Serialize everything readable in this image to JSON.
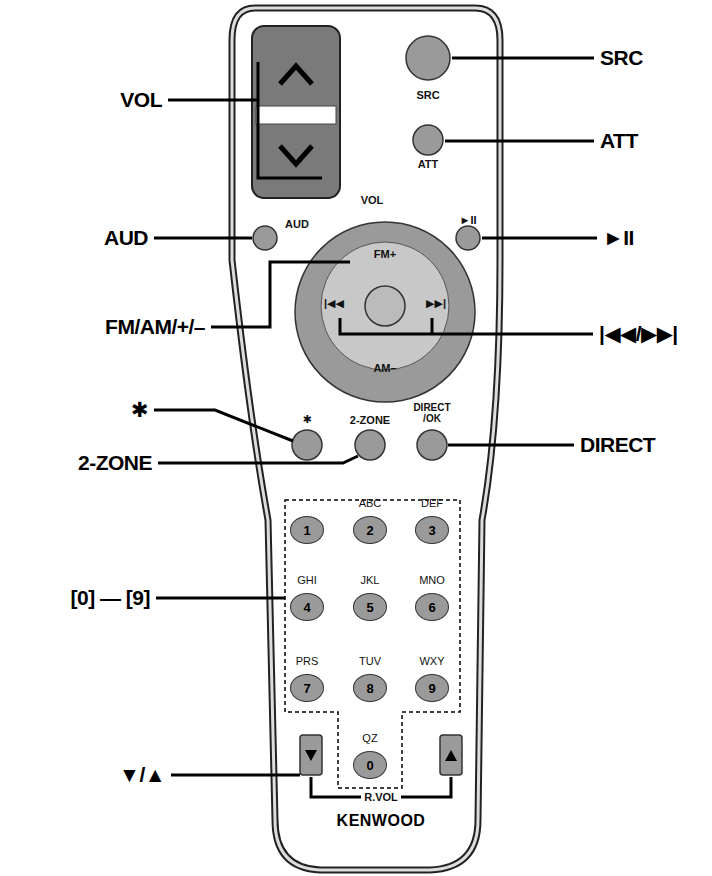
{
  "diagram": {
    "nodes": [
      {
        "text": [
          "1"
        ]
      },
      {
        "text": [
          "ABC",
          "2"
        ]
      },
      {
        "text": [
          "DEF",
          "3"
        ]
      },
      {
        "text": [
          "GHI",
          "4"
        ]
      },
      {
        "text": [
          "JKL",
          "5"
        ]
      },
      {
        "text": [
          "MNO",
          "6"
        ]
      },
      {
        "text": [
          "PRS",
          "7"
        ]
      },
      {
        "text": [
          "TUV",
          "8"
        ]
      },
      {
        "text": [
          "WXY",
          "9"
        ]
      },
      {
        "text": [
          "QZ",
          "0"
        ]
      }
    ],
    "edges": [],
    "labels": [
      "VOL",
      "SRC",
      "ATT",
      "AUD",
      "►II",
      "|◀◀/▶▶|",
      "FM/AM/+/–",
      "✱",
      "2-ZONE",
      "DIRECT",
      "[0] — [9]",
      "▼/▲",
      "VOL",
      "SRC",
      "ATT",
      "AUD",
      "►II",
      "FM+",
      "|◀◀",
      "▶▶|",
      "AM–",
      "✱",
      "2-ZONE",
      "DIRECT /OK",
      "R.VOL",
      "KENWOOD"
    ]
  }
}
